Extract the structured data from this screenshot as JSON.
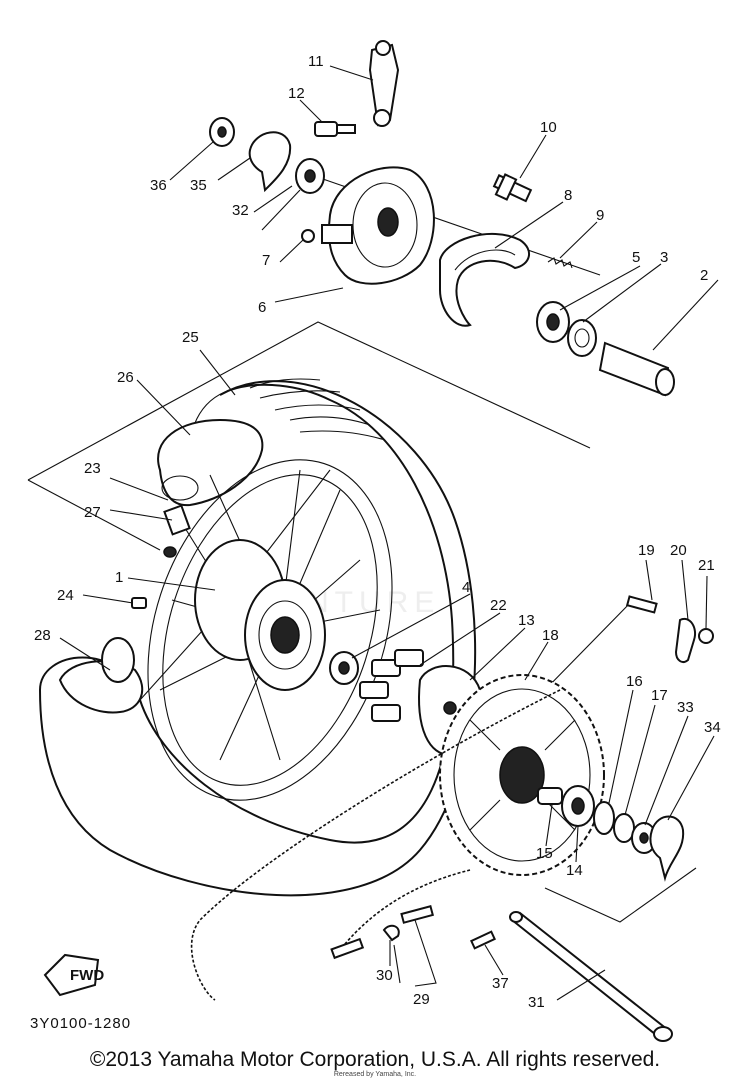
{
  "diagram": {
    "drawing_code": "3Y0100-1280",
    "fwd_label": "FWD",
    "callouts": [
      "1",
      "2",
      "3",
      "4",
      "5",
      "6",
      "7",
      "8",
      "9",
      "10",
      "11",
      "12",
      "13",
      "14",
      "15",
      "16",
      "17",
      "18",
      "19",
      "20",
      "21",
      "22",
      "23",
      "24",
      "25",
      "26",
      "27",
      "28",
      "29",
      "30",
      "31",
      "32",
      "33",
      "34",
      "35",
      "36",
      "37"
    ],
    "watermark": "VENTURE"
  },
  "footer": {
    "copyright": "©2013 Yamaha Motor Corporation, U.S.A. All rights reserved.",
    "small_note": "Rereased by Yamaha, Inc."
  }
}
